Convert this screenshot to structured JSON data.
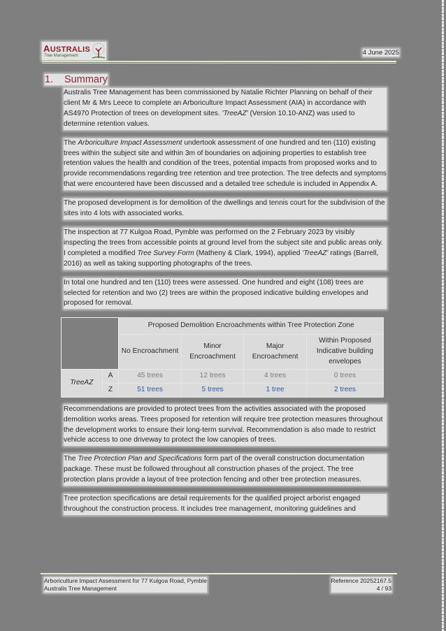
{
  "header": {
    "logo": {
      "brand": "Australis",
      "brand_first": "A",
      "brand_rest": "USTRALIS",
      "tagline": "Tree Management",
      "icon": "tree-logo-icon"
    },
    "date": "4 June 2025"
  },
  "section": {
    "number": "1.",
    "title": "Summary"
  },
  "paragraphs": {
    "p1": {
      "a": "Australis Tree Management has been commissioned by Natalie Richter Planning on behalf of their client Mr & Mrs Leece to complete an Arboriculture Impact Assessment (AIA) in accordance with AS4970 Protection of trees on development sites. ",
      "i": "'TreeAZ'",
      "b": " (Version 10.10-ANZ) was used to determine retention values."
    },
    "p2": {
      "a": "The ",
      "i": "Arboriculture Impact Assessment",
      "b": " undertook assessment of one hundred and ten (110) existing trees within the subject site and within 3m of boundaries on adjoining properties to establish tree retention values the health and condition of the trees, potential impacts from proposed works and to provide recommendations regarding tree retention and tree protection. The tree defects and symptoms that were encountered have been discussed and a detailed tree schedule is included in Appendix A."
    },
    "p3": "The proposed development is for demolition of the dwellings and tennis court for the subdivision of the sites into 4 lots with associated works.",
    "p4": {
      "a": "The inspection at 77 Kulgoa Road, Pymble was performed on the 2 February 2023 by visibly inspecting the trees from accessible points at ground level from the subject site and public areas only. I completed a modified ",
      "i1": "Tree Survey Form",
      "b": " (Matheny & Clark, 1994), applied ",
      "i2": "'TreeAZ'",
      "c": " ratings (Barrell, 2016) as well as taking supporting photographs of the trees."
    },
    "p5": "In total one hundred and ten (110) trees were assessed. One hundred and eight (108) trees are selected for retention and two (2) trees are within the proposed indicative building envelopes and proposed for removal.",
    "p6": "Recommendations are provided to protect trees from the activities associated with the proposed demolition works areas. Trees proposed for retention will require tree protection measures throughout the development works to ensure their long-term survival. Recommendation is also made to restrict vehicle access to one driveway to protect the low canopies of trees.",
    "p7": {
      "a": "The ",
      "i": "Tree Protection Plan and Specifications",
      "b": " form part of the overall construction documentation package. These must be followed throughout all construction phases of the project. The tree protection plans provide a layout of tree protection fencing and other tree protection measures."
    },
    "p8": "Tree protection specifications are detail requirements for the qualified project arborist engaged throughout the construction process. It includes tree management, monitoring guidelines and"
  },
  "table": {
    "group_header": "Proposed Demolition Encroachments within Tree Protection Zone",
    "columns": [
      "No Encroachment",
      "Minor Encroachment",
      "Major Encroachment",
      "Within Proposed Indicative building envelopes"
    ],
    "row_group_label": "TreeAZ",
    "rows": [
      {
        "category": "A",
        "values": [
          "45 trees",
          "12 trees",
          "4 trees",
          "0 trees"
        ]
      },
      {
        "category": "Z",
        "values": [
          "51 trees",
          "5 trees",
          "1 tree",
          "2 trees"
        ]
      }
    ],
    "colors": {
      "category_a": "#7a7a7a",
      "category_z": "#2d5aa0"
    }
  },
  "footer": {
    "left_line1": "Arboriculture Impact Assessment for 77 Kulgoa Road, Pymble",
    "left_line2": "Australis Tree Management",
    "reference": "Reference 20252167.5",
    "page": "4 / 93"
  },
  "colors": {
    "accent": "#8b2a3a",
    "page_background": "#7f7f7f"
  }
}
